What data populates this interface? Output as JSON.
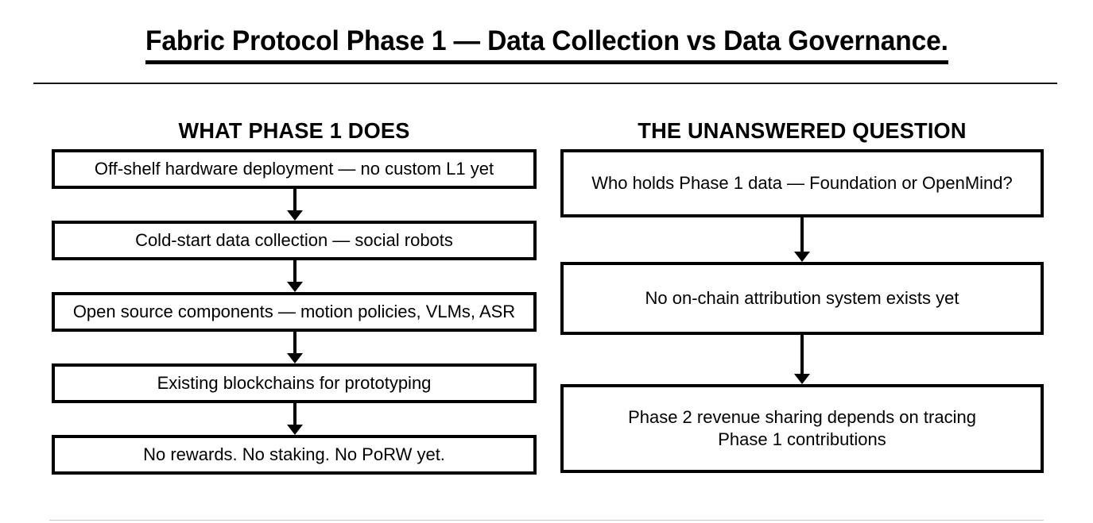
{
  "page": {
    "title": "Fabric Protocol Phase 1 — Data Collection vs Data Governance.",
    "background_color": "#ffffff",
    "line_color": "#000000",
    "divider_color": "#c9c9c9"
  },
  "columns": {
    "left": {
      "header": "WHAT PHASE 1 DOES",
      "nodes": [
        {
          "text": "Off-shelf hardware deployment — no custom L1 yet"
        },
        {
          "text": "Cold-start data collection — social robots"
        },
        {
          "text": "Open source components — motion policies, VLMs, ASR"
        },
        {
          "text": "Existing blockchains for prototyping"
        },
        {
          "text": "No rewards. No staking. No PoRW yet."
        }
      ]
    },
    "right": {
      "header": "THE UNANSWERED QUESTION",
      "nodes": [
        {
          "text": "Who holds Phase 1 data — Foundation or OpenMind?"
        },
        {
          "text": "No on-chain attribution system exists yet"
        },
        {
          "text": "Phase 2 revenue sharing depends on tracing\nPhase 1 contributions"
        }
      ]
    }
  }
}
